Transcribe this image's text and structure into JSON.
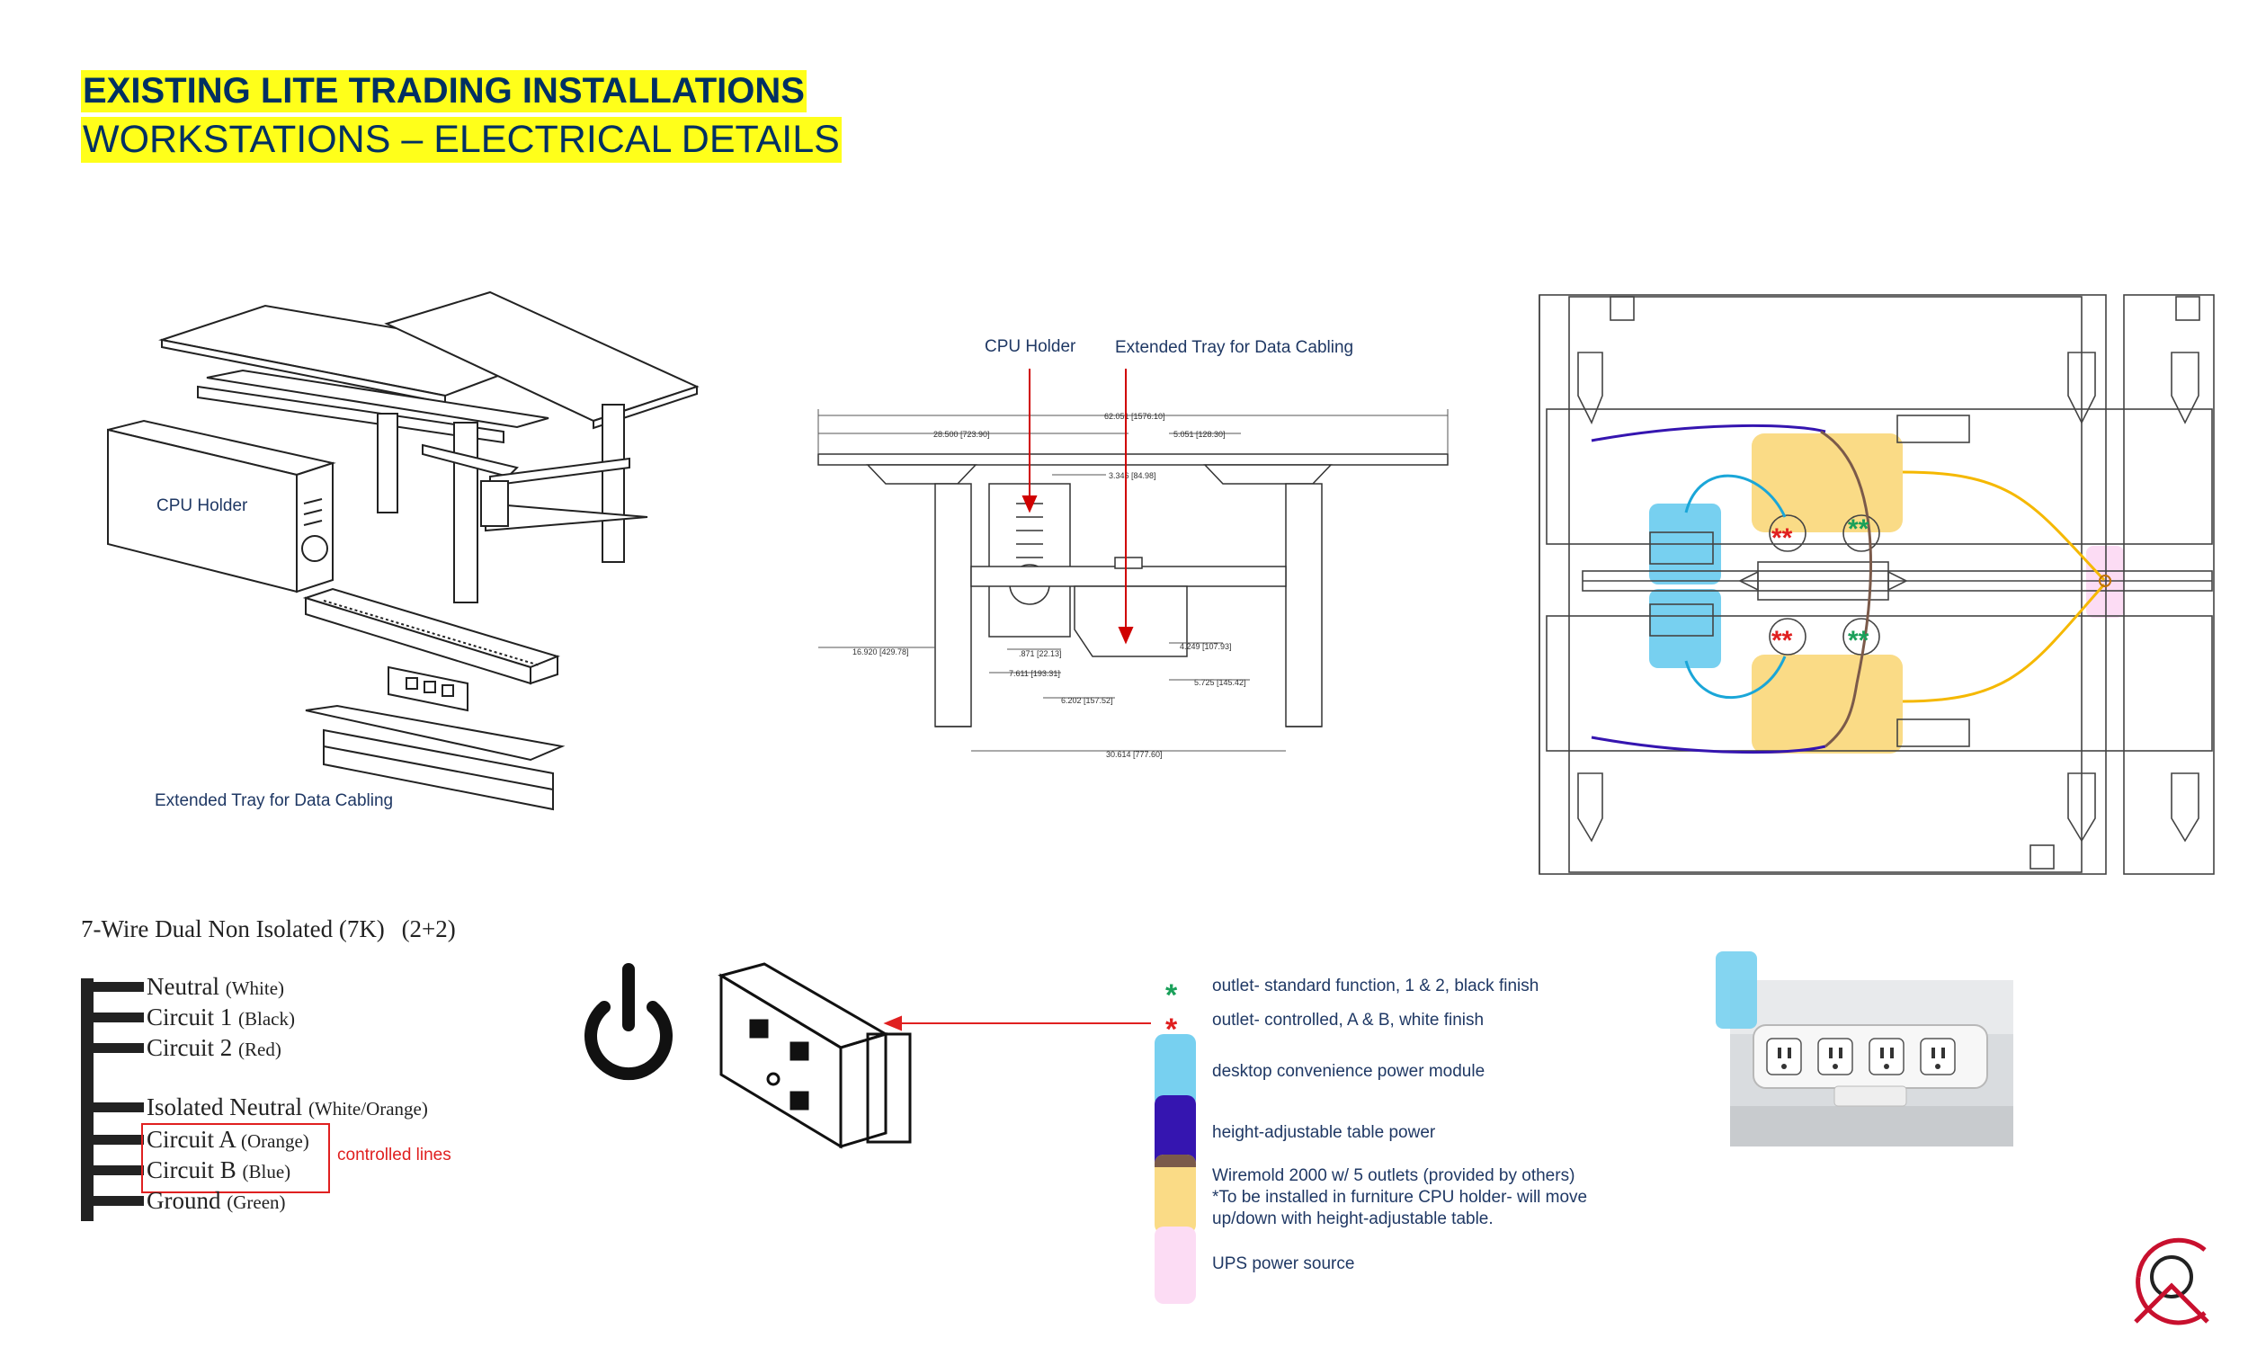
{
  "header": {
    "title": "EXISTING LITE TRADING INSTALLATIONS",
    "subtitle": "WORKSTATIONS – ELECTRICAL DETAILS"
  },
  "exploded_view": {
    "cpu_holder_label": "CPU Holder",
    "tray_label": "Extended Tray for Data Cabling"
  },
  "elevation_view": {
    "cpu_holder_label": "CPU Holder",
    "tray_label": "Extended Tray for Data Cabling",
    "dimensions": {
      "overall_width": "62.051 [1576.10]",
      "left_span": "28.500 [723.90]",
      "right_offset": "5.051 [128.30]",
      "tray_depth": "3.346 [84.98]",
      "height_left": "16.920 [429.78]",
      "d1": ".871 [22.13]",
      "d2": "4.249 [107.93]",
      "d3": "7.611 [193.31]",
      "d4": "5.725 [145.42]",
      "d5": "6.202 [157.52]",
      "base": "30.614 [777.60]"
    }
  },
  "wiring": {
    "title": "7-Wire Dual Non Isolated (7K)",
    "title_suffix": "(2+2)",
    "wires": [
      {
        "name": "Neutral",
        "color": "(White)"
      },
      {
        "name": "Circuit 1",
        "color": "(Black)"
      },
      {
        "name": "Circuit 2",
        "color": "(Red)"
      },
      {
        "name": "Isolated Neutral",
        "color": "(White/Orange)"
      },
      {
        "name": "Circuit A",
        "color": "(Orange)"
      },
      {
        "name": "Circuit B",
        "color": "(Blue)"
      },
      {
        "name": "Ground",
        "color": "(Green)"
      }
    ],
    "controlled_note": "controlled lines"
  },
  "legend": {
    "items": [
      {
        "symbol": "*",
        "text": "outlet-  standard function, 1 & 2, black finish",
        "color": "#1aa05a"
      },
      {
        "symbol": "*",
        "text": "outlet- controlled, A & B, white finish",
        "color": "#e02020"
      },
      {
        "text": "desktop convenience power module",
        "color": "#77d0f0"
      },
      {
        "text": "height-adjustable table power",
        "color": "#3515b0"
      },
      {
        "text": "Wiremold 2000 w/ 5 outlets (provided by others)",
        "color": "#fadb86"
      },
      {
        "text": "*To be installed in furniture CPU holder- will move",
        "color": ""
      },
      {
        "text": "up/down with height-adjustable table.",
        "color": ""
      },
      {
        "text": "UPS power source",
        "color": "#fcdcf4"
      }
    ]
  },
  "icons": {
    "power": "power-icon",
    "logo": "company-logo"
  }
}
